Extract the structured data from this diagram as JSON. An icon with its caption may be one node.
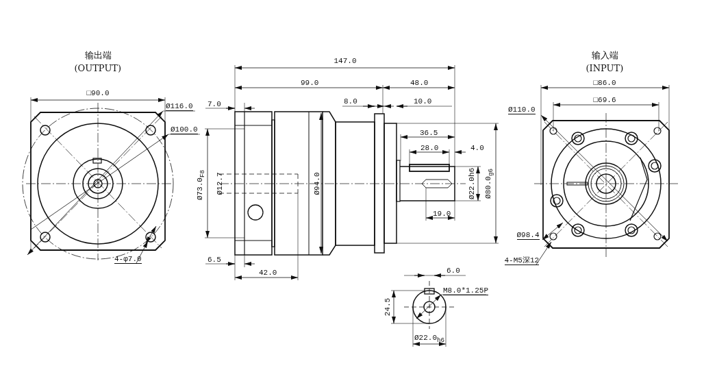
{
  "diagram": {
    "labels": [
      "输出端",
      "(OUTPUT)",
      "输入端",
      "(INPUT)",
      "147.0",
      "□90.0",
      "99.0",
      "48.0",
      "□86.0",
      "Ø116.0",
      "7.0",
      "8.0",
      "10.0",
      "Ø110.0",
      "□69.6",
      "Ø100.0",
      "36.5",
      "28.0",
      "4.0",
      "Ø73.0$_{F8}$",
      "Ø12.7",
      "Ø94.0",
      "Ø22.0h6",
      "Ø80.0$_{g6}$",
      "19.0",
      "Ø98.4",
      "4-φ7.0",
      "6.5",
      "4-M5深12",
      "42.0",
      "6.0",
      "M8.0*1.25P",
      "24.5",
      "Ø22.0$_{h6}$"
    ]
  }
}
